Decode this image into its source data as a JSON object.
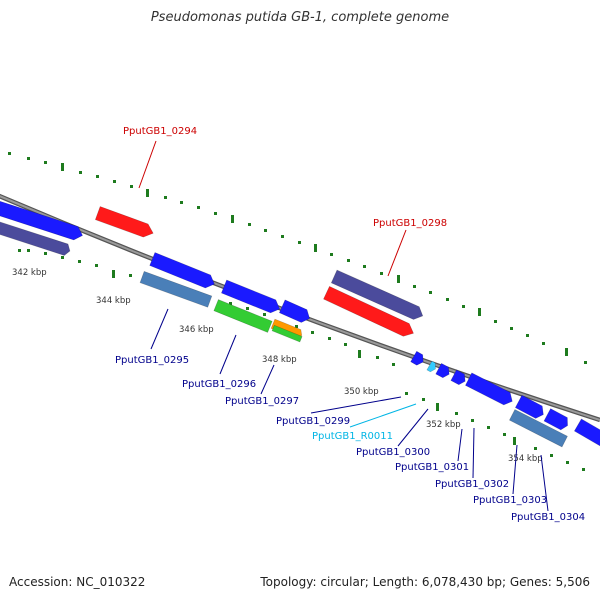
{
  "title": "Pseudomonas putida GB-1, complete genome",
  "accession": "Accession: NC_010322",
  "summary": "Topology: circular; Length: 6,078,430 bp; Genes: 5,506",
  "colors": {
    "backbone": "#8a8a8a",
    "tick_mark": "#1e7b1e",
    "label_red": "#cc0000",
    "label_blue": "#00008b",
    "label_cyan": "#00b5e5"
  },
  "ticks": [
    {
      "label": "342 kbp"
    },
    {
      "label": "344 kbp"
    },
    {
      "label": "346 kbp"
    },
    {
      "label": "348 kbp"
    },
    {
      "label": "350 kbp"
    },
    {
      "label": "352 kbp"
    },
    {
      "label": "354 kbp"
    }
  ],
  "features": [
    {
      "id": "f1",
      "fill": "#1a1aff"
    },
    {
      "id": "f2",
      "fill": "#4b4b9c"
    },
    {
      "id": "f3",
      "fill": "#ff1a1a"
    },
    {
      "id": "f4",
      "fill": "#1a1aff"
    },
    {
      "id": "f5",
      "fill": "#4a7fb8"
    },
    {
      "id": "f6",
      "fill": "#1a1aff"
    },
    {
      "id": "f7",
      "fill": "#33cc33"
    },
    {
      "id": "f8",
      "fill": "#1a1aff"
    },
    {
      "id": "f9",
      "fill": "#ff9900"
    },
    {
      "id": "f10",
      "fill": "#4b4b9c"
    },
    {
      "id": "f11",
      "fill": "#ff1a1a"
    },
    {
      "id": "f12",
      "fill": "#1a1aff"
    },
    {
      "id": "f13",
      "fill": "#33ccff"
    },
    {
      "id": "f14",
      "fill": "#1a1aff"
    },
    {
      "id": "f15",
      "fill": "#1a1aff"
    },
    {
      "id": "f16",
      "fill": "#1a1aff"
    },
    {
      "id": "f17",
      "fill": "#1a1aff"
    },
    {
      "id": "f18",
      "fill": "#4a7fb8"
    },
    {
      "id": "f19",
      "fill": "#1a1aff"
    }
  ],
  "gene_labels": [
    {
      "text": "PputGB1_0294",
      "color": "#cc0000"
    },
    {
      "text": "PputGB1_0298",
      "color": "#cc0000"
    },
    {
      "text": "PputGB1_0295",
      "color": "#00008b"
    },
    {
      "text": "PputGB1_0296",
      "color": "#00008b"
    },
    {
      "text": "PputGB1_0297",
      "color": "#00008b"
    },
    {
      "text": "PputGB1_0299",
      "color": "#00008b"
    },
    {
      "text": "PputGB1_R0011",
      "color": "#00b5e5"
    },
    {
      "text": "PputGB1_0300",
      "color": "#00008b"
    },
    {
      "text": "PputGB1_0301",
      "color": "#00008b"
    },
    {
      "text": "PputGB1_0302",
      "color": "#00008b"
    },
    {
      "text": "PputGB1_0303",
      "color": "#00008b"
    },
    {
      "text": "PputGB1_0304",
      "color": "#00008b"
    }
  ]
}
